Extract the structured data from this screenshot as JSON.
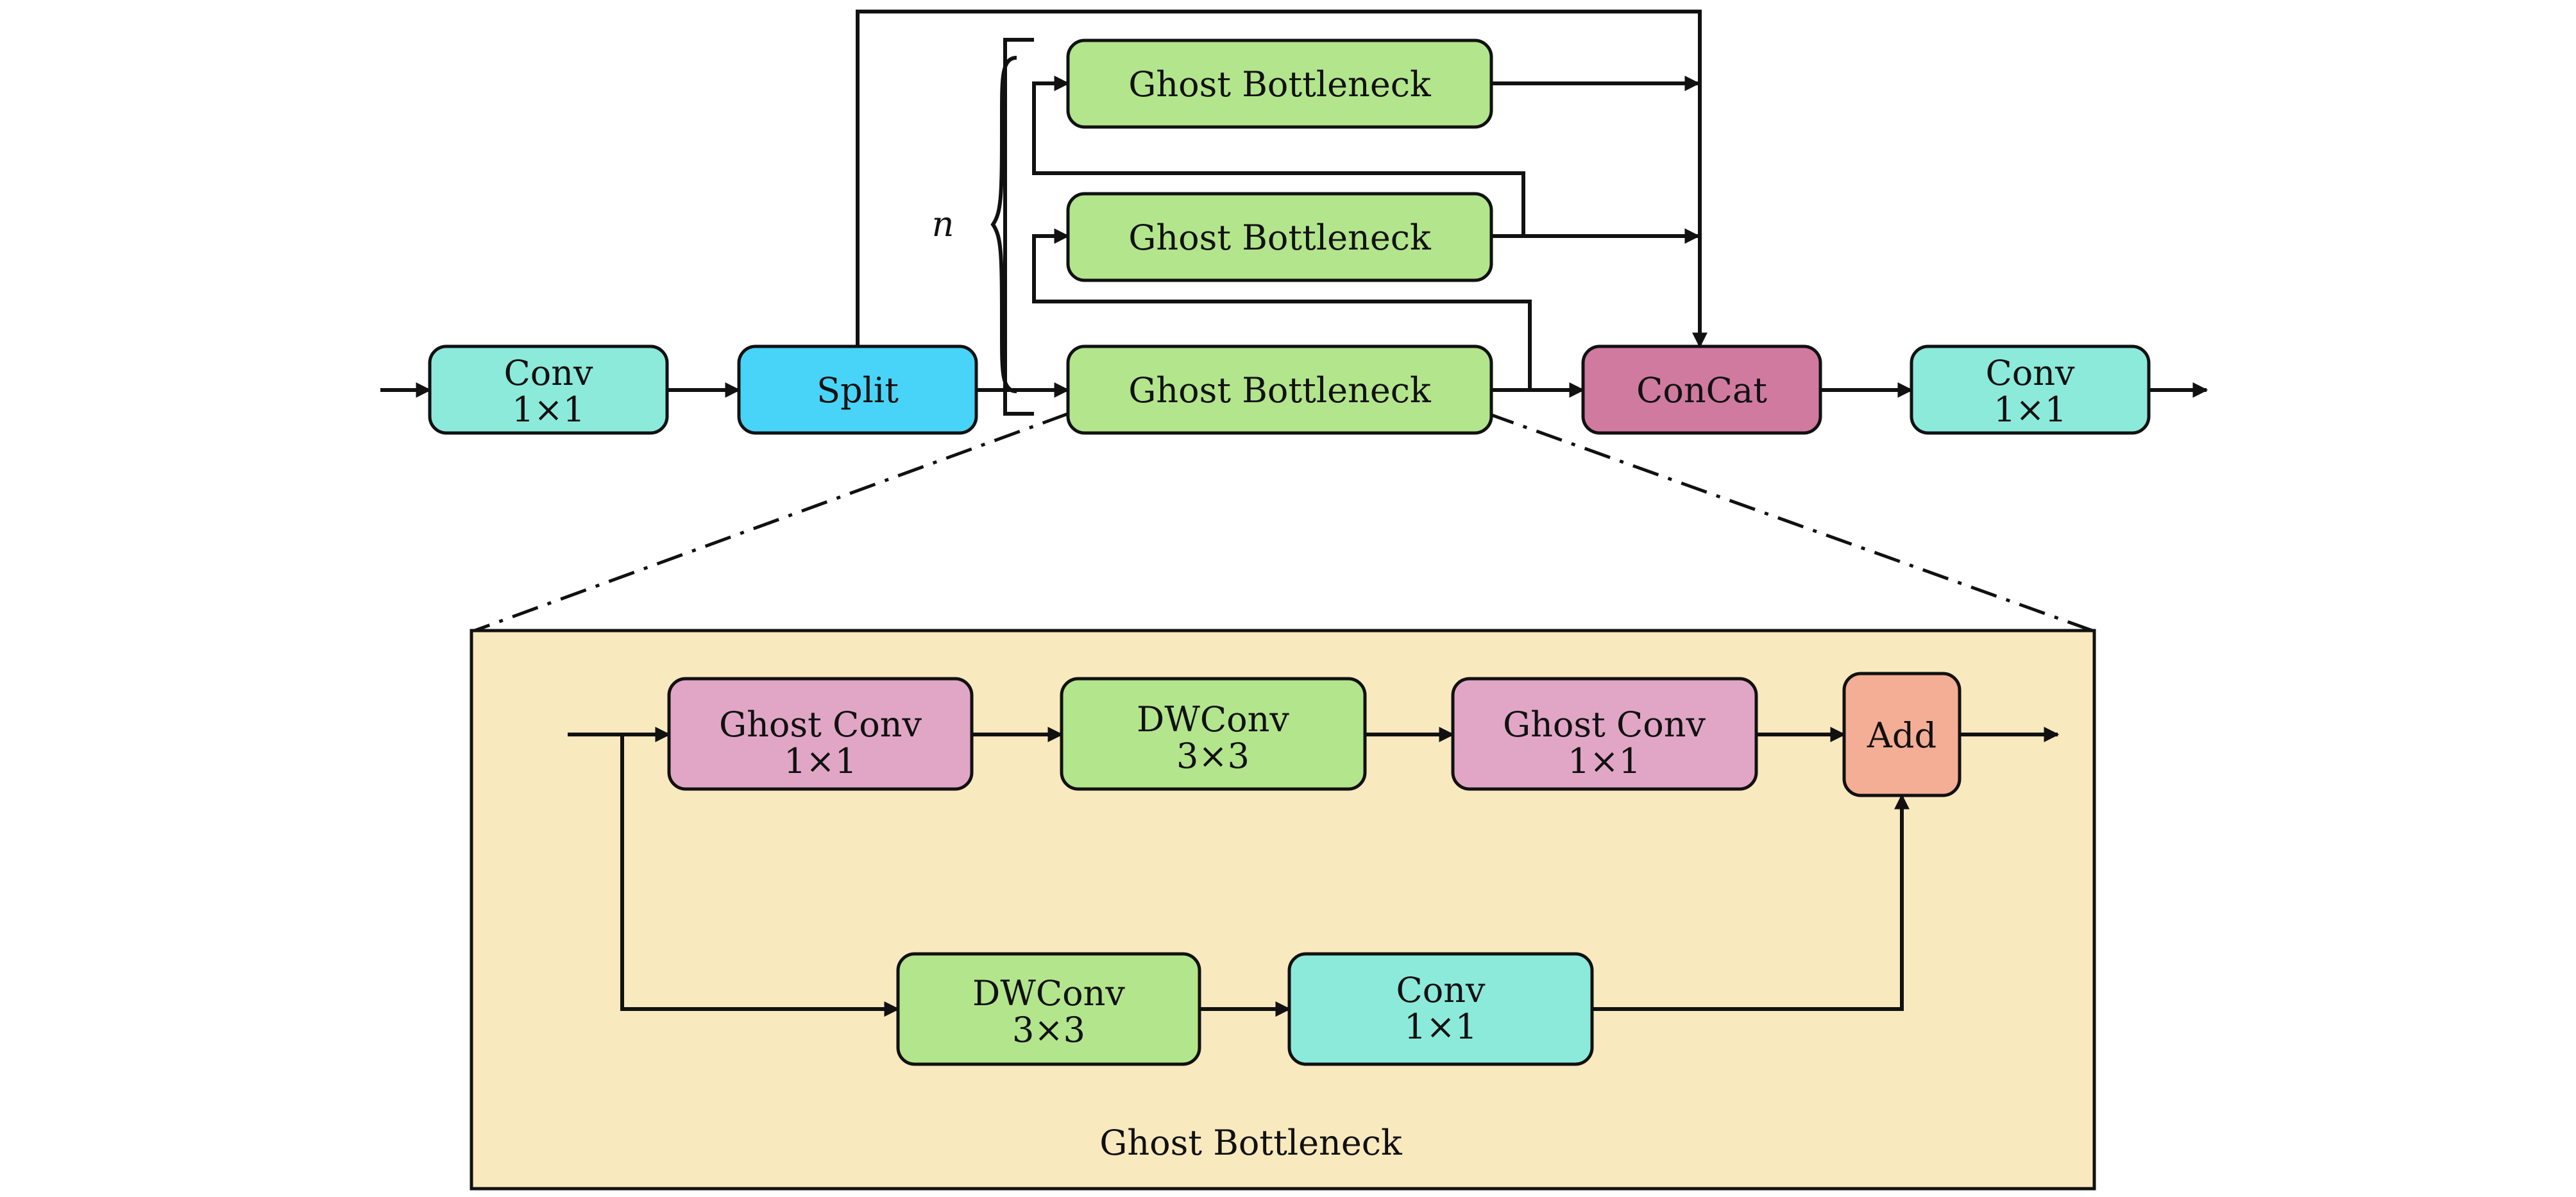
{
  "colors": {
    "conv": "#8ceadb",
    "split": "#48d4f8",
    "ghost_bottleneck": "#b3e58c",
    "concat": "#d07aa0",
    "ghost_conv": "#e1a6c6",
    "dwconv": "#b3e58c",
    "add": "#f4ae96",
    "detail_panel": "#f9e9be"
  },
  "top": {
    "conv_in": {
      "line1": "Conv",
      "line2": "1×1"
    },
    "split": "Split",
    "ghost_bottleneck_top": "Ghost Bottleneck",
    "ghost_bottleneck_mid": "Ghost Bottleneck",
    "ghost_bottleneck_bottom": "Ghost Bottleneck",
    "repeat_label": "n",
    "concat": "ConCat",
    "conv_out": {
      "line1": "Conv",
      "line2": "1×1"
    }
  },
  "detail": {
    "ghost_conv_1": {
      "line1": "Ghost Conv",
      "line2": "1×1"
    },
    "dwconv_main": {
      "line1": "DWConv",
      "line2": "3×3"
    },
    "ghost_conv_2": {
      "line1": "Ghost Conv",
      "line2": "1×1"
    },
    "add": "Add",
    "dwconv_shortcut": {
      "line1": "DWConv",
      "line2": "3×3"
    },
    "conv_shortcut": {
      "line1": "Conv",
      "line2": "1×1"
    },
    "caption": "Ghost Bottleneck"
  }
}
